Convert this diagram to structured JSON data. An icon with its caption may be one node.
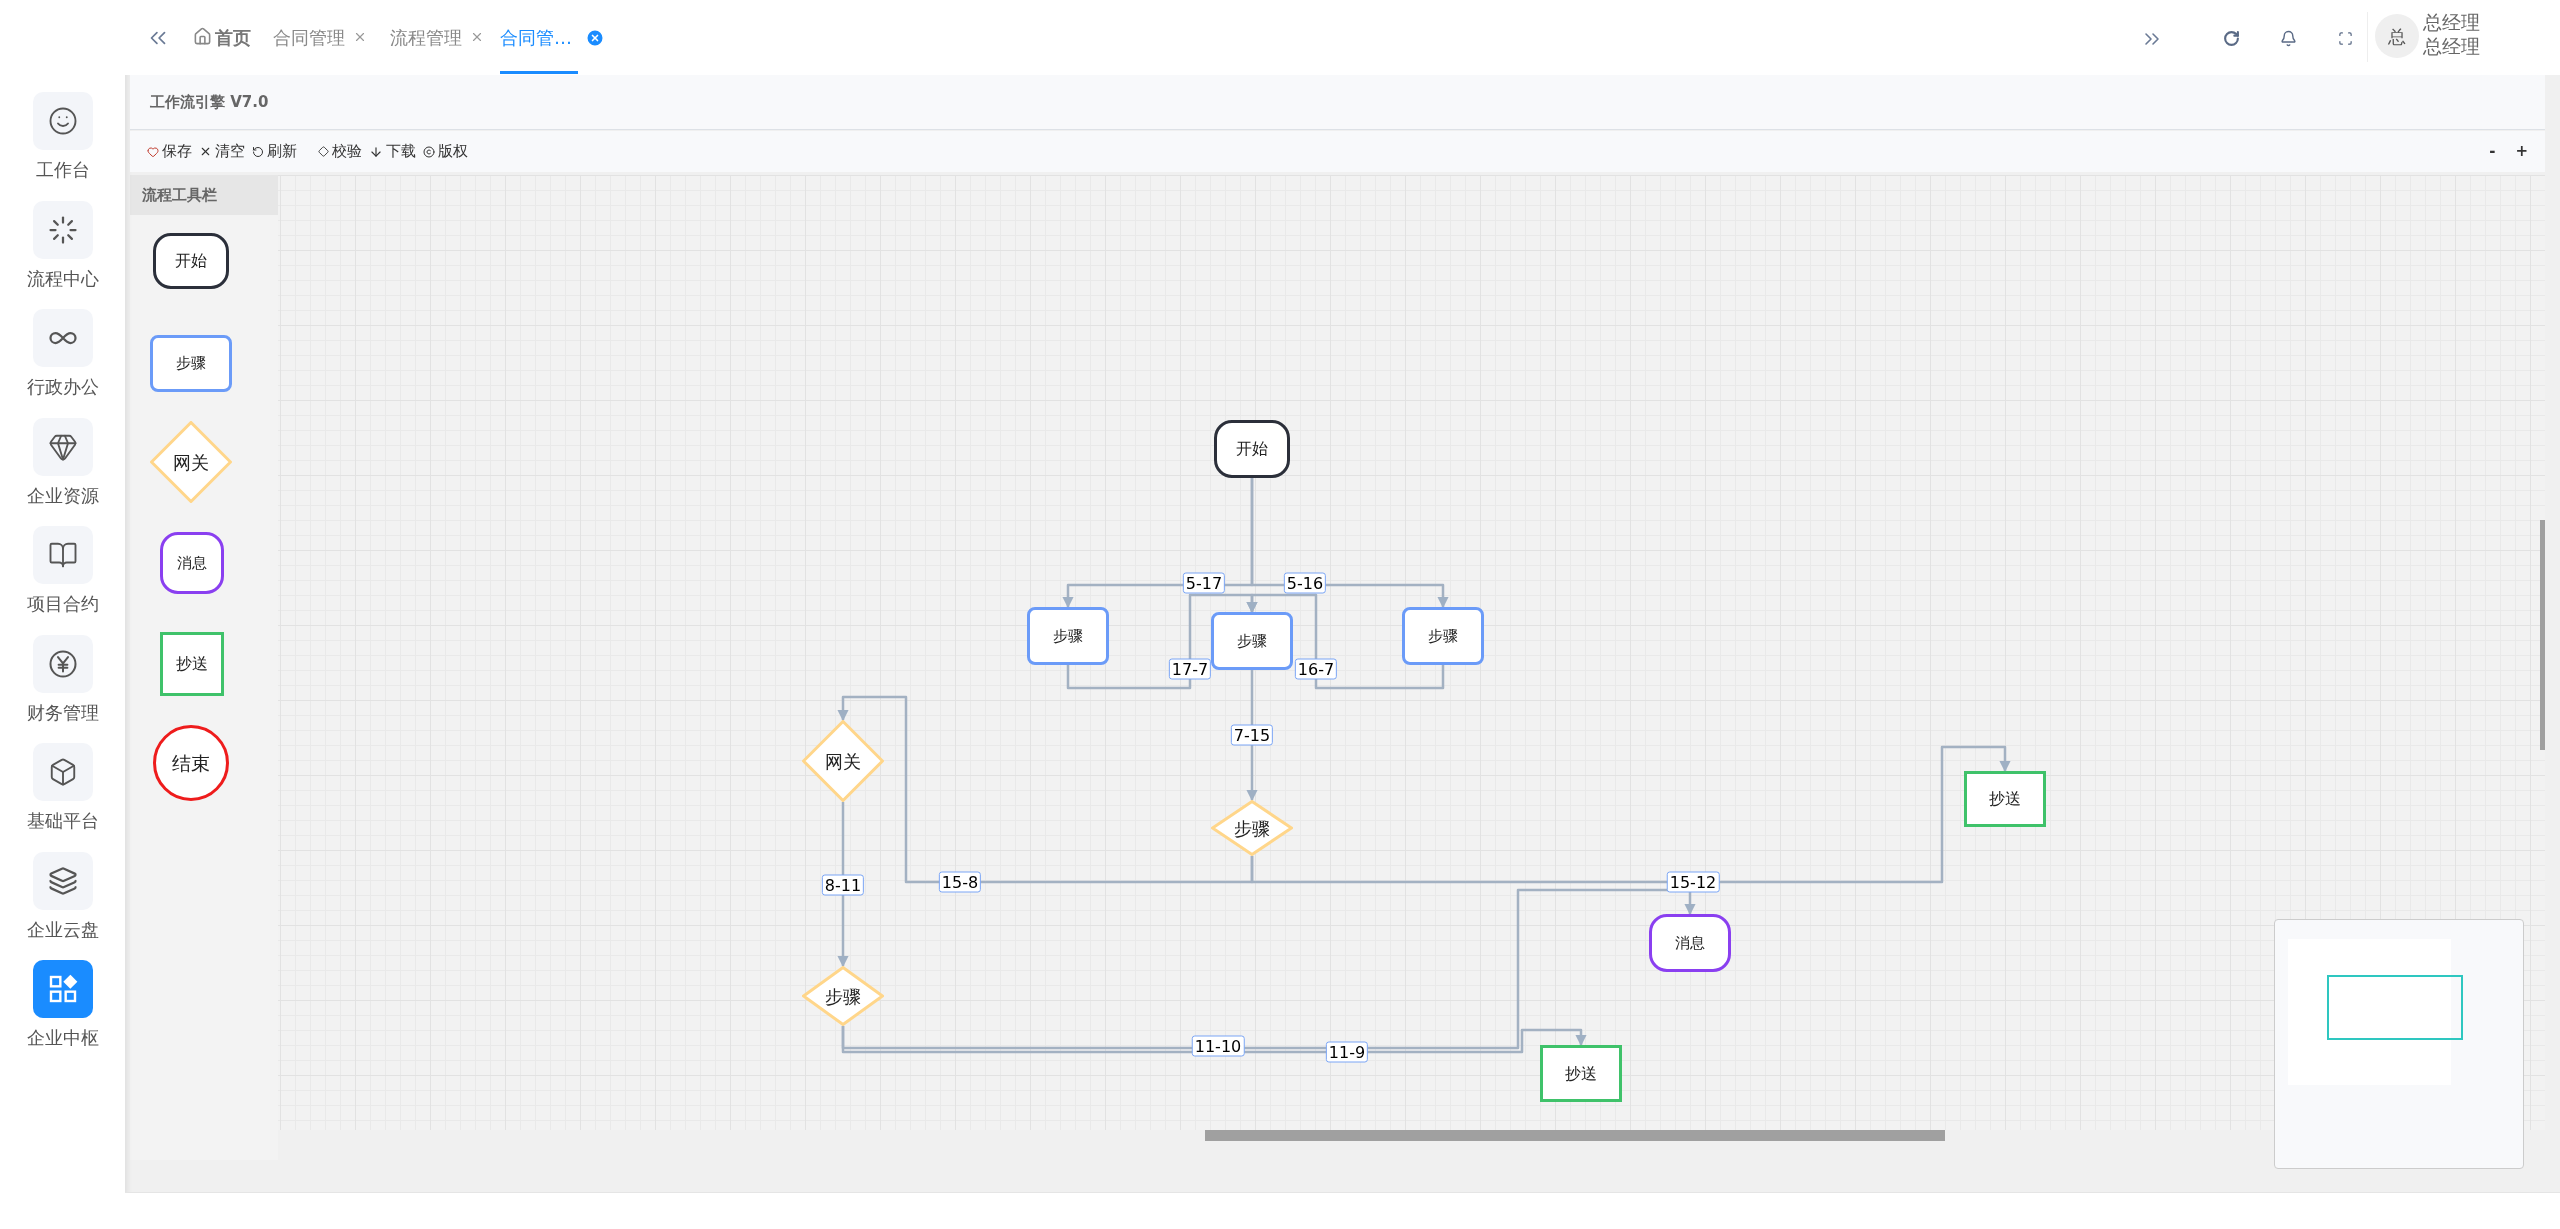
{
  "diagram": {
    "nodes": [
      {
        "text": [
          "流程工具栏"
        ]
      },
      {
        "text": [
          "开始"
        ],
        "in": 0
      },
      {
        "text": [
          "步骤"
        ],
        "in": 0
      },
      {
        "text": [
          "网关"
        ],
        "in": 0
      },
      {
        "text": [
          "消息"
        ],
        "in": 0
      },
      {
        "text": [
          "抄送"
        ],
        "in": 0
      },
      {
        "text": [
          "结束"
        ],
        "in": 0
      },
      {
        "text": [
          "开始"
        ]
      },
      {
        "text": [
          "步骤"
        ]
      },
      {
        "text": [
          "步骤"
        ]
      },
      {
        "text": [
          "步骤"
        ]
      },
      {
        "text": [
          "网关"
        ]
      },
      {
        "text": [
          "抄送"
        ]
      },
      {
        "text": [
          "步骤"
        ]
      },
      {
        "text": [
          "消息"
        ]
      },
      {
        "text": [
          "步骤"
        ]
      },
      {
        "text": [
          "抄送"
        ]
      }
    ],
    "edges": [
      {
        "from": 7,
        "to": 8,
        "arrow": "to",
        "label": "5-17"
      },
      {
        "from": 7,
        "to": 10,
        "arrow": "to",
        "label": "5-16"
      },
      {
        "from": 8,
        "to": 9,
        "arrow": "to",
        "label": "17-7"
      },
      {
        "from": 10,
        "to": 9,
        "arrow": "to",
        "label": "16-7"
      },
      {
        "from": 9,
        "to": 13,
        "arrow": "to",
        "label": "7-15"
      },
      {
        "from": 13,
        "to": 11,
        "arrow": "to",
        "label": "15-8"
      },
      {
        "from": 13,
        "to": 12,
        "arrow": "to",
        "label": "15-12"
      },
      {
        "from": 11,
        "to": 15,
        "arrow": "to",
        "label": "8-11"
      },
      {
        "from": 15,
        "to": 14,
        "arrow": "to",
        "label": "11-10"
      },
      {
        "from": 15,
        "to": 16,
        "arrow": "to",
        "label": "11-9"
      }
    ],
    "labels": [
      "工作台",
      "流程中心",
      "行政办公",
      "企业资源",
      "项目合约",
      "财务管理",
      "基础平台",
      "企业云盘",
      "企业中枢",
      "首页",
      "合同管理",
      "流程管理",
      "合同管…",
      "总",
      "总经理",
      "总经理",
      "工作流引擎 V7.0",
      "保存",
      "清空",
      "刷新",
      "校验",
      "下载",
      "版权",
      "-",
      "+"
    ]
  }
}
